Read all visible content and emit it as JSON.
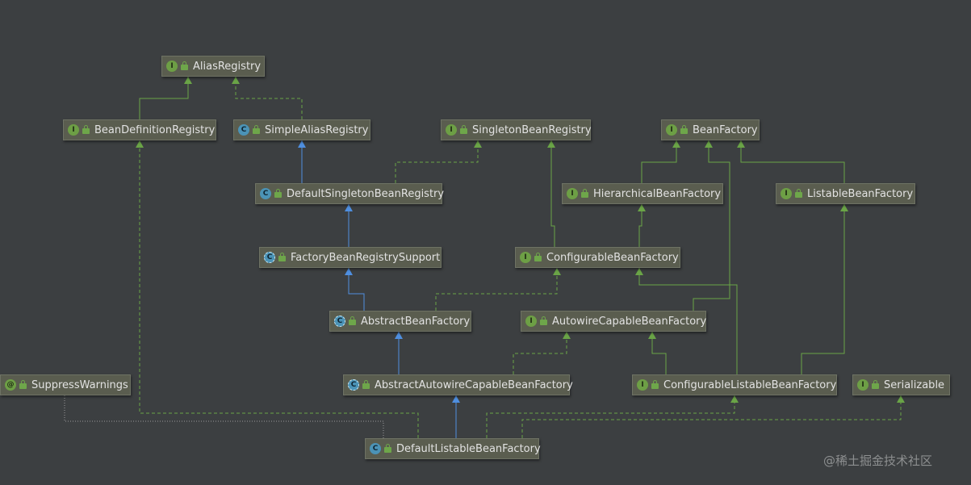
{
  "nodes": [
    {
      "id": "AliasRegistry",
      "label": "AliasRegistry",
      "kind": "interface",
      "kind_letter": "I"
    },
    {
      "id": "BeanDefinitionRegistry",
      "label": "BeanDefinitionRegistry",
      "kind": "interface",
      "kind_letter": "I"
    },
    {
      "id": "SimpleAliasRegistry",
      "label": "SimpleAliasRegistry",
      "kind": "class",
      "kind_letter": "C"
    },
    {
      "id": "SingletonBeanRegistry",
      "label": "SingletonBeanRegistry",
      "kind": "interface",
      "kind_letter": "I"
    },
    {
      "id": "BeanFactory",
      "label": "BeanFactory",
      "kind": "interface",
      "kind_letter": "I"
    },
    {
      "id": "DefaultSingletonBeanRegistry",
      "label": "DefaultSingletonBeanRegistry",
      "kind": "class",
      "kind_letter": "C"
    },
    {
      "id": "HierarchicalBeanFactory",
      "label": "HierarchicalBeanFactory",
      "kind": "interface",
      "kind_letter": "I"
    },
    {
      "id": "ListableBeanFactory",
      "label": "ListableBeanFactory",
      "kind": "interface",
      "kind_letter": "I"
    },
    {
      "id": "FactoryBeanRegistrySupport",
      "label": "FactoryBeanRegistrySupport",
      "kind": "abstract",
      "kind_letter": "C"
    },
    {
      "id": "ConfigurableBeanFactory",
      "label": "ConfigurableBeanFactory",
      "kind": "interface",
      "kind_letter": "I"
    },
    {
      "id": "AbstractBeanFactory",
      "label": "AbstractBeanFactory",
      "kind": "abstract",
      "kind_letter": "C"
    },
    {
      "id": "AutowireCapableBeanFactory",
      "label": "AutowireCapableBeanFactory",
      "kind": "interface",
      "kind_letter": "I"
    },
    {
      "id": "SuppressWarnings",
      "label": "SuppressWarnings",
      "kind": "annotation",
      "kind_letter": "@"
    },
    {
      "id": "AbstractAutowireCapableBeanFactory",
      "label": "AbstractAutowireCapableBeanFactory",
      "kind": "abstract",
      "kind_letter": "C"
    },
    {
      "id": "ConfigurableListableBeanFactory",
      "label": "ConfigurableListableBeanFactory",
      "kind": "interface",
      "kind_letter": "I"
    },
    {
      "id": "Serializable",
      "label": "Serializable",
      "kind": "interface",
      "kind_letter": "I"
    },
    {
      "id": "DefaultListableBeanFactory",
      "label": "DefaultListableBeanFactory",
      "kind": "class",
      "kind_letter": "C"
    }
  ],
  "edges": [
    {
      "from": "BeanDefinitionRegistry",
      "to": "AliasRegistry",
      "type": "extends-interface"
    },
    {
      "from": "SimpleAliasRegistry",
      "to": "AliasRegistry",
      "type": "implements"
    },
    {
      "from": "DefaultSingletonBeanRegistry",
      "to": "SimpleAliasRegistry",
      "type": "extends-class"
    },
    {
      "from": "DefaultSingletonBeanRegistry",
      "to": "SingletonBeanRegistry",
      "type": "implements"
    },
    {
      "from": "FactoryBeanRegistrySupport",
      "to": "DefaultSingletonBeanRegistry",
      "type": "extends-class"
    },
    {
      "from": "AbstractBeanFactory",
      "to": "FactoryBeanRegistrySupport",
      "type": "extends-class"
    },
    {
      "from": "AbstractBeanFactory",
      "to": "ConfigurableBeanFactory",
      "type": "implements"
    },
    {
      "from": "AbstractAutowireCapableBeanFactory",
      "to": "AbstractBeanFactory",
      "type": "extends-class"
    },
    {
      "from": "AbstractAutowireCapableBeanFactory",
      "to": "AutowireCapableBeanFactory",
      "type": "implements"
    },
    {
      "from": "HierarchicalBeanFactory",
      "to": "BeanFactory",
      "type": "extends-interface"
    },
    {
      "from": "ListableBeanFactory",
      "to": "BeanFactory",
      "type": "extends-interface"
    },
    {
      "from": "AutowireCapableBeanFactory",
      "to": "BeanFactory",
      "type": "extends-interface"
    },
    {
      "from": "ConfigurableBeanFactory",
      "to": "HierarchicalBeanFactory",
      "type": "extends-interface"
    },
    {
      "from": "ConfigurableBeanFactory",
      "to": "SingletonBeanRegistry",
      "type": "extends-interface"
    },
    {
      "from": "ConfigurableListableBeanFactory",
      "to": "AutowireCapableBeanFactory",
      "type": "extends-interface"
    },
    {
      "from": "ConfigurableListableBeanFactory",
      "to": "ConfigurableBeanFactory",
      "type": "extends-interface"
    },
    {
      "from": "ConfigurableListableBeanFactory",
      "to": "ListableBeanFactory",
      "type": "extends-interface"
    },
    {
      "from": "DefaultListableBeanFactory",
      "to": "AbstractAutowireCapableBeanFactory",
      "type": "extends-class"
    },
    {
      "from": "DefaultListableBeanFactory",
      "to": "ConfigurableListableBeanFactory",
      "type": "implements"
    },
    {
      "from": "DefaultListableBeanFactory",
      "to": "Serializable",
      "type": "implements"
    },
    {
      "from": "DefaultListableBeanFactory",
      "to": "BeanDefinitionRegistry",
      "type": "implements"
    },
    {
      "from": "DefaultListableBeanFactory",
      "to": "SuppressWarnings",
      "type": "annotated-by"
    }
  ],
  "colors": {
    "background": "#3c3f41",
    "node_fill": "#5a5d4f",
    "interface_badge": "#6d9f45",
    "class_badge": "#4b93b6",
    "interface_edge": "#6aa447",
    "class_edge": "#4f8fe0",
    "annotation_edge": "#9a9a9a"
  },
  "watermark": "@稀土掘金技术社区"
}
